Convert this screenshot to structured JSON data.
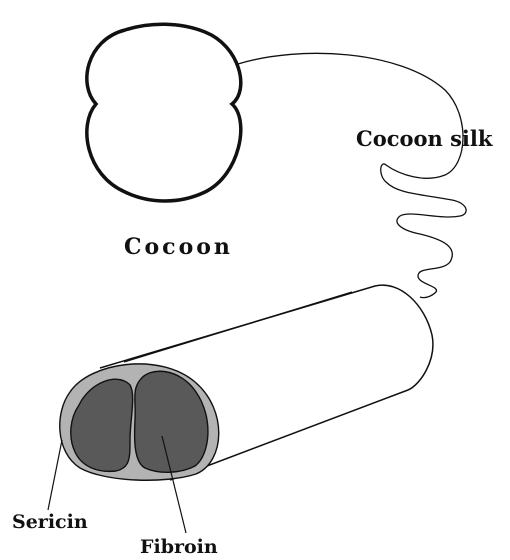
{
  "labels": {
    "cocoon": "Cocoon",
    "cocoon_silk": "Cocoon silk",
    "sericin": "Sericin",
    "fibroin": "Fibroin"
  },
  "colors": {
    "outline": "#111111",
    "background": "#ffffff",
    "sericin": "#b3b3b3",
    "fibroin": "#595959"
  }
}
